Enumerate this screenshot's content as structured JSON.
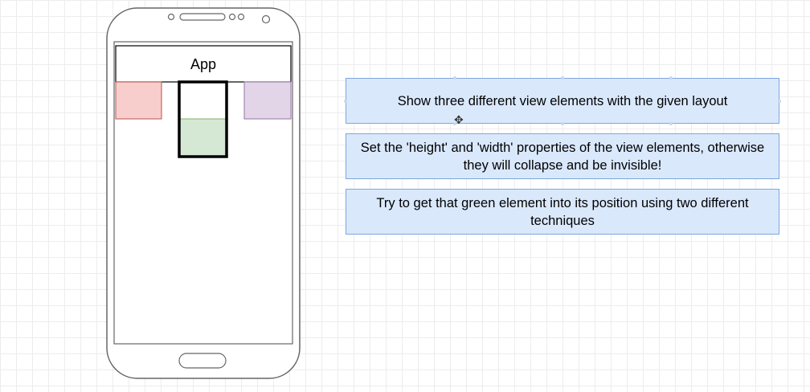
{
  "phone": {
    "app_bar_title": "App",
    "colors": {
      "red_box": "#f8cecc",
      "red_border": "#b85450",
      "green_box": "#d5e8d4",
      "green_border": "#82b366",
      "purple_box": "#e1d5e7",
      "purple_border": "#9673a6",
      "phone_outline": "#666666",
      "app_bar_border": "#000000"
    }
  },
  "notes": [
    {
      "text": "Show three different view elements with the given layout"
    },
    {
      "text": "Set the 'height' and 'width' properties of the view elements, otherwise they will collapse and be invisible!"
    },
    {
      "text": "Try to get that green element into its position using two different techniques"
    }
  ],
  "colors": {
    "note_fill": "#dae8fc",
    "note_border": "#7ea6e0",
    "grid_line": "#ededed"
  }
}
